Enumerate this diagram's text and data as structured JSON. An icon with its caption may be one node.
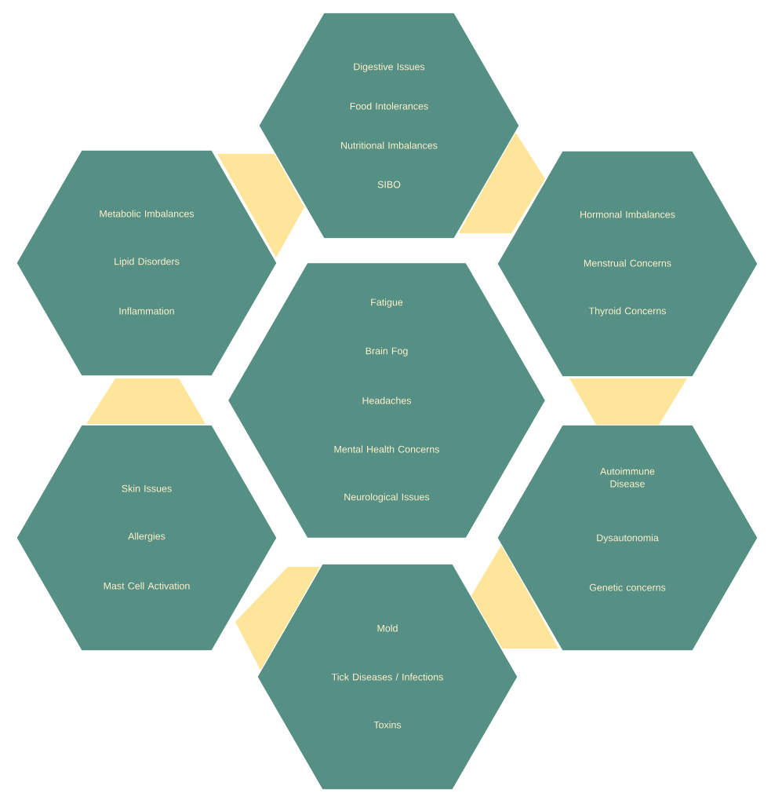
{
  "diagram": {
    "nodes": [
      {
        "text": [
          "Digestive Issues",
          "Food Intolerances",
          "Nutritional Imbalances",
          "SIBO"
        ]
      },
      {
        "text": [
          "Metabolic Imbalances",
          "Lipid Disorders",
          "Inflammation"
        ]
      },
      {
        "text": [
          "Hormonal Imbalances",
          "Menstrual Concerns",
          "Thyroid Concerns"
        ]
      },
      {
        "text": [
          "Fatigue",
          "Brain Fog",
          "Headaches",
          "Mental Health Concerns",
          "Neurological Issues"
        ]
      },
      {
        "text": [
          "Skin Issues",
          "Allergies",
          "Mast Cell Activation"
        ]
      },
      {
        "text": [
          "Autoimmune Disease",
          "Dysautonomia",
          "Genetic concerns"
        ]
      },
      {
        "text": [
          "Mold",
          "Tick Diseases / Infections",
          "Toxins"
        ]
      },
      {
        "text": [],
        "shape": "trapezoid"
      },
      {
        "text": [],
        "shape": "trapezoid"
      },
      {
        "text": [],
        "shape": "trapezoid"
      },
      {
        "text": [],
        "shape": "trapezoid"
      },
      {
        "text": [],
        "shape": "trapezoid"
      },
      {
        "text": [],
        "shape": "trapezoid"
      }
    ]
  }
}
